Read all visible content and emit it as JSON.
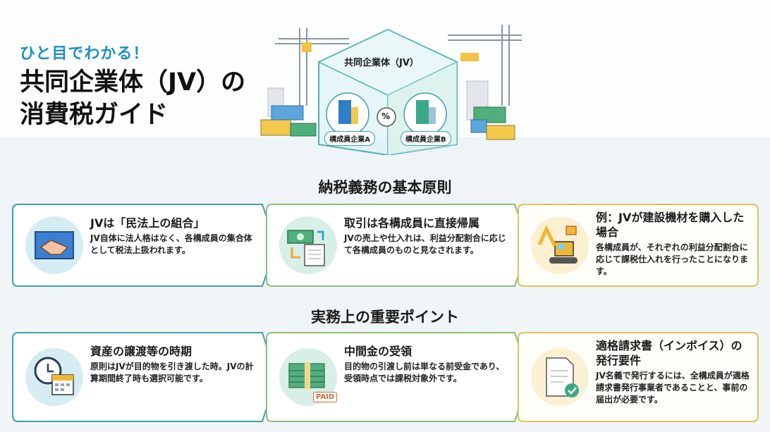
{
  "header": {
    "kicker": "ひと目でわかる！",
    "title_line1": "共同企業体（JV）の",
    "title_line2": "消費税ガイド"
  },
  "hero": {
    "jv_label": "共同企業体（JV）",
    "member_a": "構成員企業A",
    "member_b": "構成員企業B",
    "ratio_symbol": "%"
  },
  "sections": [
    {
      "heading": "納税義務の基本原則",
      "cards": [
        {
          "icon": "handshake-icon",
          "title": "JVは「民法上の組合」",
          "body": "JV自体に法人格はなく、各構成員の集合体として税法上扱われます。"
        },
        {
          "icon": "money-transfer-icon",
          "title": "取引は各構成員に直接帰属",
          "body": "JVの売上や仕入れは、利益分配割合に応じて各構成員のものと見なされます。"
        },
        {
          "icon": "excavator-icon",
          "title": "例：JVが建設機材を購入した場合",
          "body": "各構成員が、それぞれの利益分配割合に応じて課税仕入れを行ったことになります。"
        }
      ]
    },
    {
      "heading": "実務上の重要ポイント",
      "cards": [
        {
          "icon": "clock-calendar-icon",
          "title": "資産の譲渡等の時期",
          "body": "原則はJVが目的物を引き渡した時。JVの計算期間終了時も選択可能です。"
        },
        {
          "icon": "paid-money-icon",
          "title": "中間金の受領",
          "body": "目的物の引渡し前は単なる前受金であり、受領時点では課税対象外です。",
          "stamp": "PAID"
        },
        {
          "icon": "invoice-check-icon",
          "title": "適格請求書（インボイス）の発行要件",
          "body": "JV名義で発行するには、全構成員が適格請求書発行事業者であることと、事前の届出が必要です。"
        }
      ]
    }
  ],
  "colors": {
    "accent": "#1e8fc4",
    "teal": "#3f9fae",
    "green": "#8cbf7a",
    "yellow": "#e3c15a"
  }
}
